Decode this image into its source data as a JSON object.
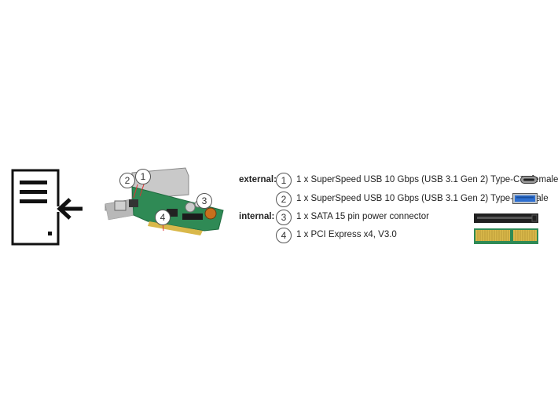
{
  "callouts": [
    "1",
    "2",
    "3",
    "4"
  ],
  "specs": {
    "external_label": "external:",
    "internal_label": "internal:",
    "rows": [
      {
        "num": "1",
        "text": "1 x SuperSpeed USB 10 Gbps (USB 3.1 Gen 2) Type-C™ female",
        "icon": "usb-type-c-port-icon"
      },
      {
        "num": "2",
        "text": "1 x SuperSpeed USB 10 Gbps (USB 3.1 Gen 2) Type-A female",
        "icon": "usb-type-a-port-icon"
      },
      {
        "num": "3",
        "text": "1 x SATA 15 pin power connector",
        "icon": "sata-power-connector-icon"
      },
      {
        "num": "4",
        "text": "1 x PCI Express x4, V3.0",
        "icon": "pcie-x4-edge-connector-icon"
      }
    ]
  },
  "colors": {
    "pcb": "#2f8a55",
    "usb_blue": "#2d6fd1",
    "gold": "#d9b84a"
  }
}
